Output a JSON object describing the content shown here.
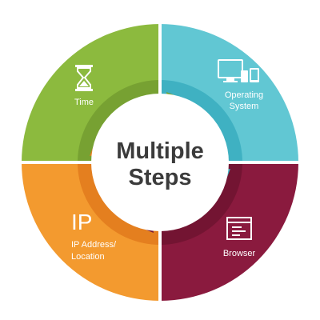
{
  "center": {
    "line1": "Multiple",
    "line2": "Steps"
  },
  "segments": {
    "time": {
      "label": "Time",
      "color": "#8cba3e",
      "ring_color": "#77a132",
      "icon": "hourglass-icon"
    },
    "os": {
      "label_line1": "Operating",
      "label_line2": "System",
      "color": "#61c7d3",
      "ring_color": "#3fb1c2",
      "icon": "monitor-devices-icon"
    },
    "browser": {
      "label": "Browser",
      "color": "#8a1a3e",
      "ring_color": "#731432",
      "icon": "browser-window-icon"
    },
    "ip": {
      "big": "IP",
      "label_line1": "IP Address/",
      "label_line2": "Location",
      "color": "#f39a2f",
      "ring_color": "#e47f1f",
      "icon": "ip-text-icon"
    }
  }
}
